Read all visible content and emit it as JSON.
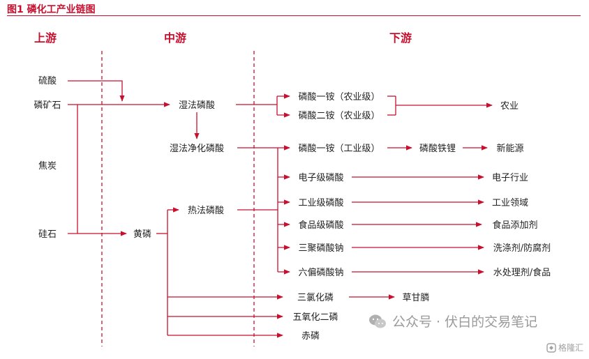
{
  "figure_title": "图1   磷化工产业链图",
  "stages": {
    "up": "上游",
    "mid": "中游",
    "down": "下游"
  },
  "nodes": {
    "sulfuric_acid": "硫酸",
    "phosphate_rock": "磷矿石",
    "coke": "焦炭",
    "silica": "硅石",
    "wet_phosphoric": "湿法磷酸",
    "wet_purified": "湿法净化磷酸",
    "yellow_p": "黄磷",
    "thermal_phosphoric": "热法磷酸",
    "map_agri": "磷酸一铵（农业级）",
    "dap_agri": "磷酸二铵（农业级）",
    "agriculture": "农业",
    "map_ind": "磷酸一铵（工业级）",
    "lfp": "磷酸铁锂",
    "new_energy": "新能源",
    "elec_pa": "电子级磷酸",
    "elec_ind": "电子行业",
    "ind_pa": "工业级磷酸",
    "ind_field": "工业领域",
    "food_pa": "食品级磷酸",
    "food_add": "食品添加剂",
    "stpp": "三聚磷酸钠",
    "detergent": "洗涤剂/防腐剂",
    "shmp": "六偏磷酸钠",
    "water_food": "水处理剂/食品",
    "pcl3": "三氯化磷",
    "glyphosate": "草甘膦",
    "p2o5": "五氧化二磷",
    "red_p": "赤磷"
  },
  "watermark": {
    "text": "公众号 · 伏白的交易笔记",
    "brand": "格隆汇"
  },
  "colors": {
    "accent": "#c8102e",
    "text": "#222222",
    "watermark": "#9a9a9a"
  }
}
